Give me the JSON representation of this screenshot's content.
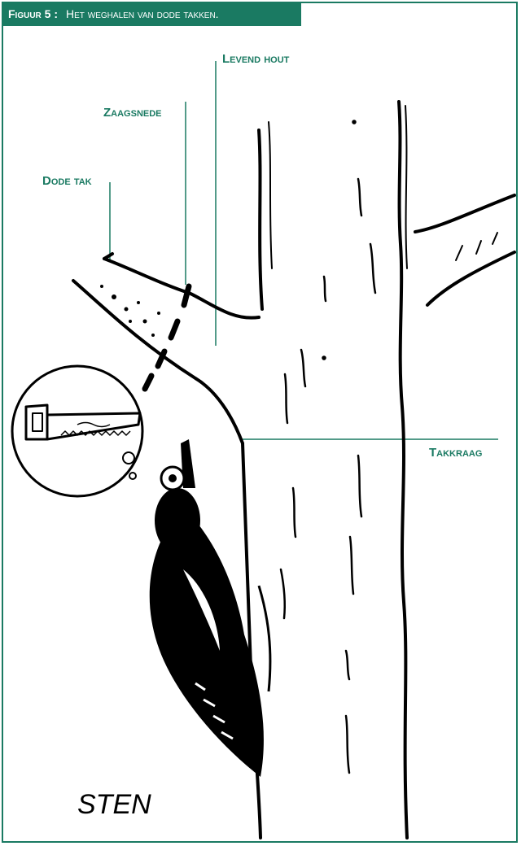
{
  "figure": {
    "number_label": "Figuur 5 :",
    "caption": "Het weghalen van dode takken."
  },
  "labels": {
    "dead_branch": "Dode tak",
    "saw_cut": "Zaagsnede",
    "living_wood": "Levend hout",
    "branch_collar": "Takkraag"
  },
  "signature": "STEN",
  "colors": {
    "accent": "#1a7a62",
    "ink": "#000000",
    "background": "#ffffff"
  }
}
